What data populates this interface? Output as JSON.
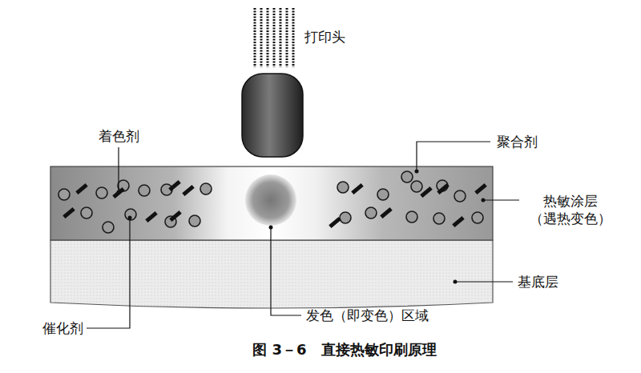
{
  "diagram": {
    "caption": "图 3－6　直接热敏印刷原理",
    "labels": [
      "打印头",
      "着色剂",
      "聚合剂",
      "热敏涂层 （遇热变色）",
      "基底层",
      "催化剂",
      "发色（即变色）区域"
    ]
  }
}
